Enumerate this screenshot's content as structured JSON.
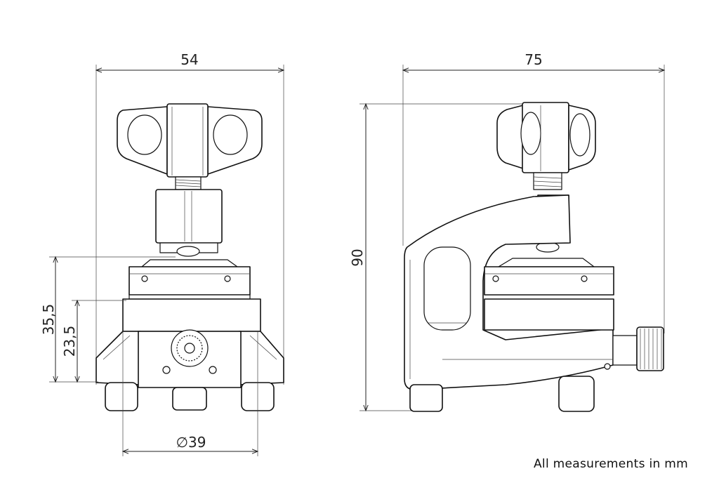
{
  "dimensions": {
    "front_width": "54",
    "side_width": "75",
    "height": "90",
    "front_height_upper": "35,5",
    "front_height_lower": "23,5",
    "base_diameter": "∅39"
  },
  "footnote": "All measurements in mm"
}
